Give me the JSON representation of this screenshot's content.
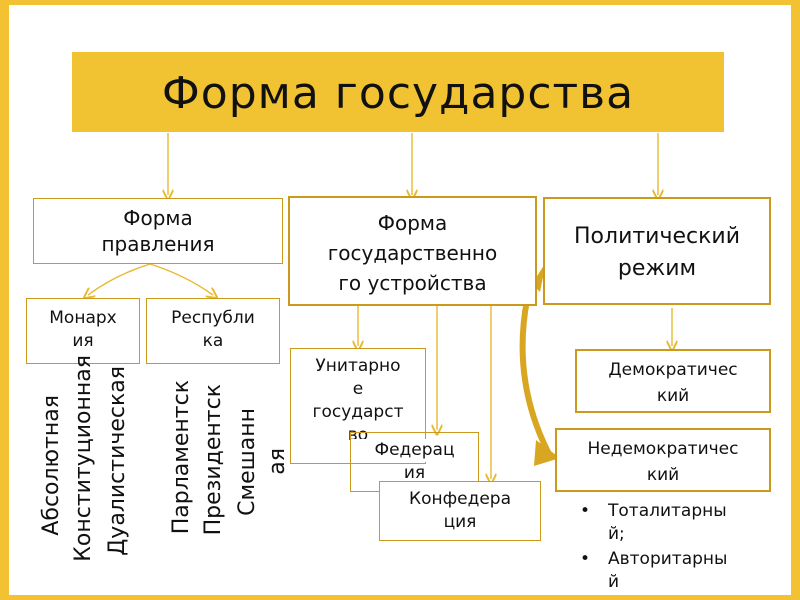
{
  "title": "Форма государства",
  "form_of_government": {
    "label_line1": "Форма",
    "label_line2": "правления",
    "monarchy_line1": "Монарх",
    "monarchy_line2": "ия",
    "republic_line1": "Республи",
    "republic_line2": "ка",
    "monarchy_types": [
      "Абсолютная",
      "Конституционная",
      "Дуалистическая"
    ],
    "republic_types": [
      "Парламентск",
      "Президентск",
      "Смешанн",
      "ая"
    ]
  },
  "state_structure": {
    "label_line1": "Форма",
    "label_line2": "государственно",
    "label_line3": "го устройства",
    "unitary_line1": "Унитарно",
    "unitary_line2": "е",
    "unitary_line3": "государст",
    "unitary_line4": "во",
    "federation_line1": "Федерац",
    "federation_line2": "ия",
    "confederation_line1": "Конфедера",
    "confederation_line2": "ция"
  },
  "political_regime": {
    "label_line1": "Политический",
    "label_line2": "режим",
    "democratic_line1": "Демократичес",
    "democratic_line2": "кий",
    "nondemocratic_line1": "Недемократичес",
    "nondemocratic_line2": "кий",
    "nondemocratic_types": [
      {
        "line1": "Тоталитарны",
        "line2": "й;"
      },
      {
        "line1": "Авторитарны",
        "line2": "й"
      }
    ]
  },
  "colors": {
    "accent": "#f1c232",
    "border": "#cc9a1a",
    "arrow": "#e8b830"
  }
}
